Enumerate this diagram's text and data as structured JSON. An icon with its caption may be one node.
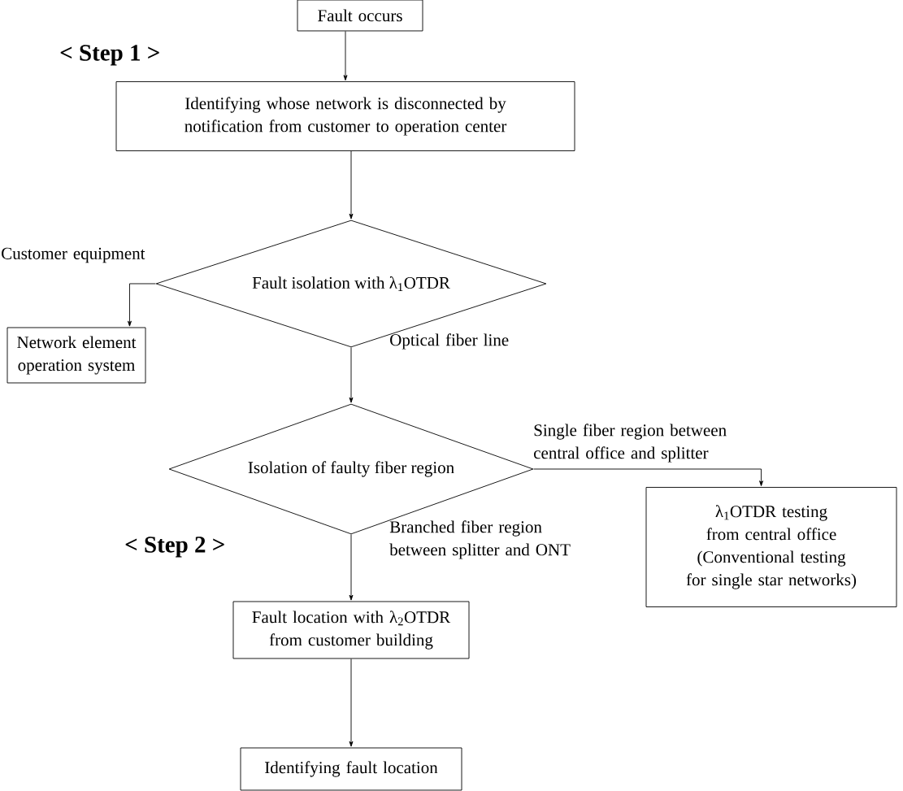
{
  "diagram": {
    "nodes": [
      {
        "text": [
          "Fault occurs"
        ]
      },
      {
        "text": [
          "Identifying whose network is disconnected by notification from customer to operation center"
        ]
      },
      {
        "text": [
          "Fault isolation with λ$_{1}$OTDR"
        ]
      },
      {
        "text": [
          "Network element operation system"
        ]
      },
      {
        "text": [
          "Isolation of faulty fiber region"
        ]
      },
      {
        "text": [
          "λ$_{1}$OTDR testing from central office",
          "(Conventional testing for single star networks)"
        ]
      },
      {
        "text": [
          "Fault location with λ$_{2}$OTDR from customer building"
        ]
      },
      {
        "text": [
          "Identifying fault location"
        ]
      }
    ],
    "edges": [
      {
        "from": 0,
        "to": 1,
        "arrow": "to"
      },
      {
        "from": 1,
        "to": 2,
        "arrow": "to"
      },
      {
        "from": 2,
        "to": 3,
        "arrow": "to",
        "label": "Customer equipment"
      },
      {
        "from": 2,
        "to": 4,
        "arrow": "to",
        "label": "Optical fiber line"
      },
      {
        "from": 4,
        "to": 5,
        "arrow": "to",
        "label": "Single fiber region between central office and splitter"
      },
      {
        "from": 4,
        "to": 6,
        "arrow": "to",
        "label": "Branched fiber region between splitter and ONT"
      },
      {
        "from": 6,
        "to": 7,
        "arrow": "to"
      }
    ],
    "labels": [
      "< Step 1 >",
      "< Step 2 >"
    ]
  }
}
